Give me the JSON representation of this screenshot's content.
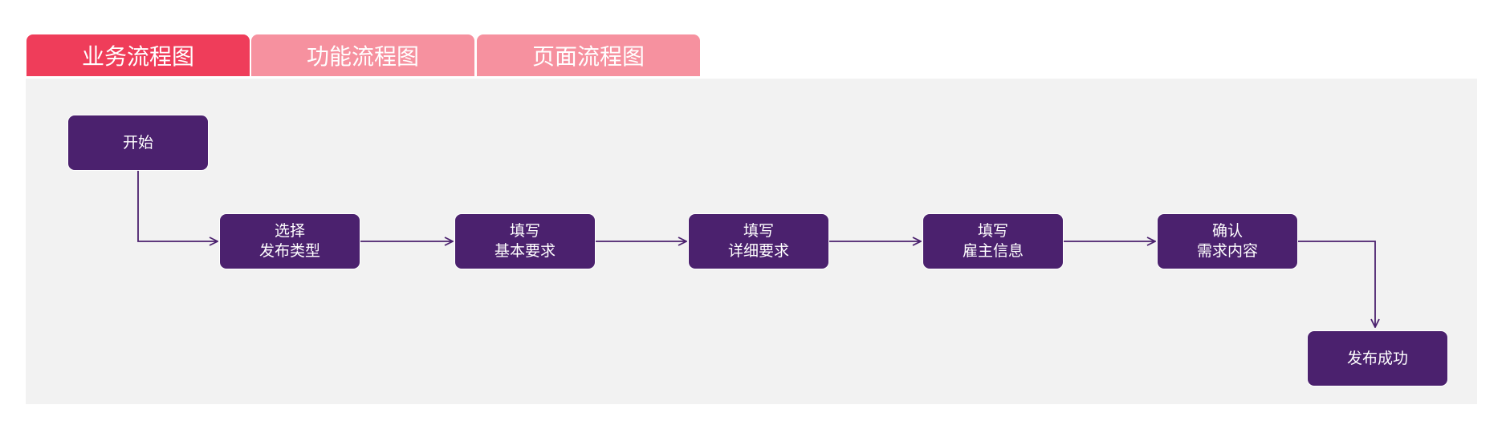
{
  "tabs": [
    {
      "label": "业务流程图",
      "active": true
    },
    {
      "label": "功能流程图",
      "active": false
    },
    {
      "label": "页面流程图",
      "active": false
    }
  ],
  "colors": {
    "tab_active": "#ef3d5a",
    "tab_inactive": "#f6919f",
    "canvas_bg": "#f2f2f2",
    "node_fill": "#4b216e",
    "connector": "#4b216e"
  },
  "flow": {
    "nodes": [
      {
        "id": "start",
        "lines": [
          "开始"
        ]
      },
      {
        "id": "select-type",
        "lines": [
          "选择",
          "发布类型"
        ]
      },
      {
        "id": "basic-req",
        "lines": [
          "填写",
          "基本要求"
        ]
      },
      {
        "id": "detail-req",
        "lines": [
          "填写",
          "详细要求"
        ]
      },
      {
        "id": "employer-info",
        "lines": [
          "填写",
          "雇主信息"
        ]
      },
      {
        "id": "confirm",
        "lines": [
          "确认",
          "需求内容"
        ]
      },
      {
        "id": "success",
        "lines": [
          "发布成功"
        ]
      }
    ],
    "edges": [
      {
        "from": "start",
        "to": "select-type"
      },
      {
        "from": "select-type",
        "to": "basic-req"
      },
      {
        "from": "basic-req",
        "to": "detail-req"
      },
      {
        "from": "detail-req",
        "to": "employer-info"
      },
      {
        "from": "employer-info",
        "to": "confirm"
      },
      {
        "from": "confirm",
        "to": "success"
      }
    ]
  }
}
